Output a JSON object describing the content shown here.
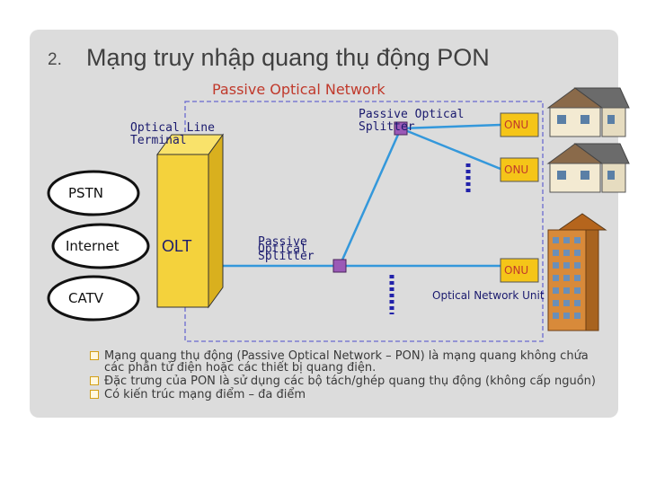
{
  "header": {
    "number": "2.",
    "title": "Mạng truy nhập quang thụ động PON",
    "subtitle": "Passive Optical Network"
  },
  "diagram": {
    "olt_terminal_label_line1": "Optical Line",
    "olt_terminal_label_line2": "Terminal",
    "olt_label": "OLT",
    "splitter1_line1": "Passive Optical",
    "splitter1_line2": "Splitter",
    "splitter2_line1": "Passive",
    "splitter2_line2": "Optical",
    "splitter2_line3": "Splitter",
    "networks": [
      "PSTN",
      "Internet",
      "CATV"
    ],
    "onu_labels": [
      "ONU",
      "ONU",
      "ONU"
    ],
    "onu_description": "Optical Network Unit",
    "colors": {
      "olt_fill": "#f4d23c",
      "onu_fill": "#f5c518",
      "splitter": "#9b59b6",
      "fiber": "#3498db",
      "dashed": "#6a6ad0"
    }
  },
  "bullets": [
    "Mạng quang thụ động (Passive Optical Network – PON) là mạng quang không chứa các phần tử điện hoặc các thiết bị quang điện.",
    "Đặc trưng của PON là sử dụng các bộ tách/ghép quang thụ động (không cấp nguồn)",
    "Có kiến trúc mạng điểm – đa điểm"
  ]
}
